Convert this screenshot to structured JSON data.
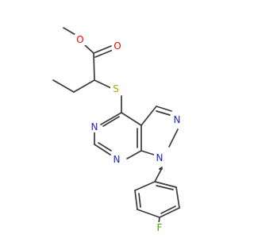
{
  "atoms": [
    {
      "name": "atom-ester-oxygen",
      "label": "O",
      "color": "#ff0000"
    },
    {
      "name": "atom-carbonyl-oxygen",
      "label": "O",
      "color": "#ff0000"
    },
    {
      "name": "atom-sulfur",
      "label": "S",
      "color": "#b8a200"
    },
    {
      "name": "atom-pyrimidine-n3",
      "label": "N",
      "color": "#1f1fd0"
    },
    {
      "name": "atom-pyrimidine-n1",
      "label": "N",
      "color": "#1f1fd0"
    },
    {
      "name": "atom-pyrazole-n2",
      "label": "N",
      "color": "#1f1fd0"
    },
    {
      "name": "atom-pyrazole-n1",
      "label": "N",
      "color": "#1f1fd0"
    },
    {
      "name": "atom-fluorine",
      "label": "F",
      "color": "#4fa000"
    }
  ],
  "colors": {
    "bond": "#3a3a3a",
    "background": "#ffffff"
  }
}
